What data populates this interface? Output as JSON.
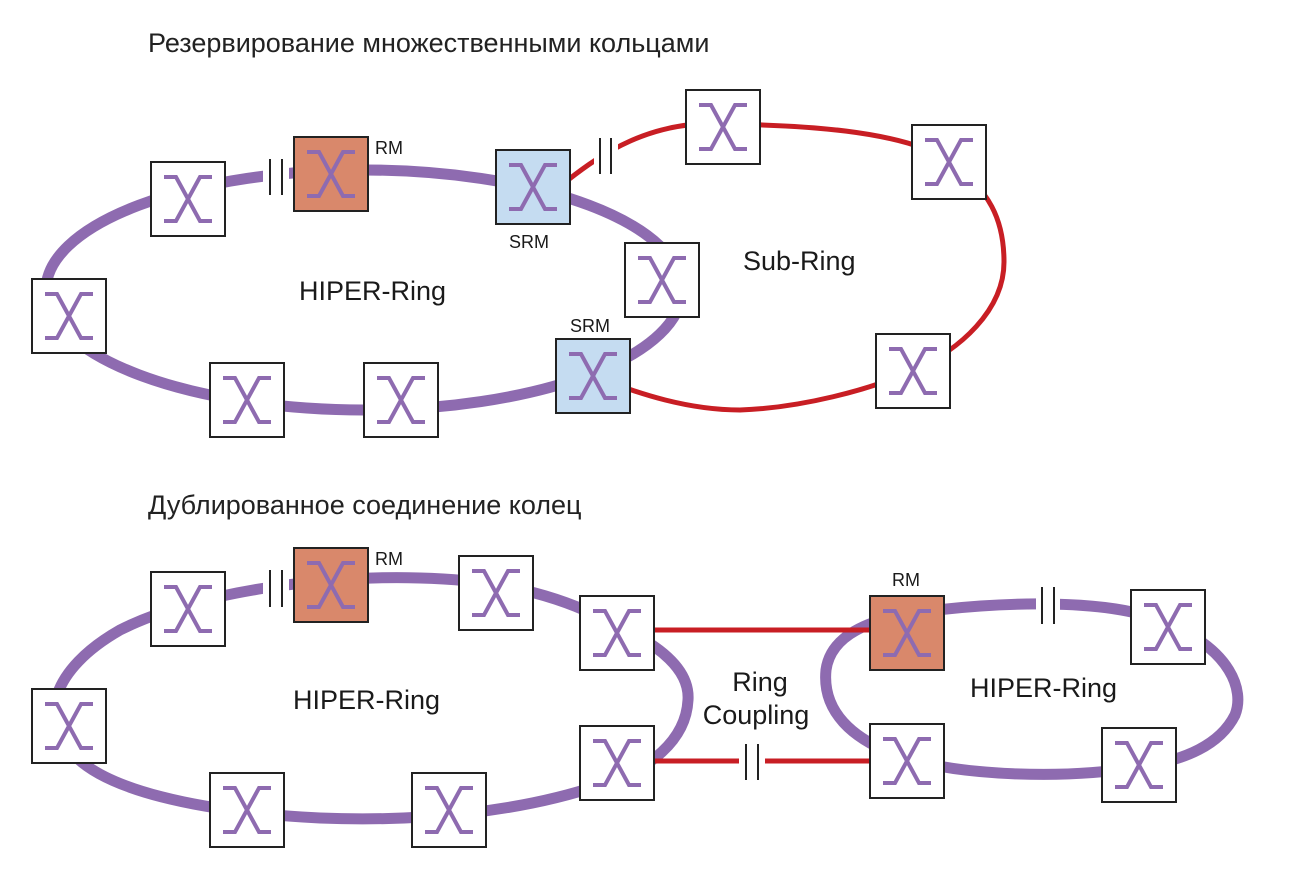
{
  "colors": {
    "hiper_ring": "#8e6bb0",
    "sub_ring": "#c81e24",
    "coupling": "#c81e24",
    "switch_normal_fill": "#ffffff",
    "ring_manager_fill": "#d9886b",
    "sub_ring_manager_fill": "#c5dcf1",
    "switch_symbol": "#8e6bb0"
  },
  "section_top": {
    "title": "Резервирование множественными кольцами",
    "main_ring_label": "HIPER-Ring",
    "sub_ring_label": "Sub-Ring",
    "rm_label": "RM",
    "srm_upper_label": "SRM",
    "srm_lower_label": "SRM"
  },
  "section_bottom": {
    "title": "Дублированное соединение колец",
    "left_ring_label": "HIPER-Ring",
    "right_ring_label": "HIPER-Ring",
    "coupling_label_line1": "Ring",
    "coupling_label_line2": "Coupling",
    "rm_left_label": "RM",
    "rm_right_label": "RM"
  },
  "icons": {
    "switch": "crossed-lines-icon",
    "blocked_port": "double-bar-break-icon"
  }
}
